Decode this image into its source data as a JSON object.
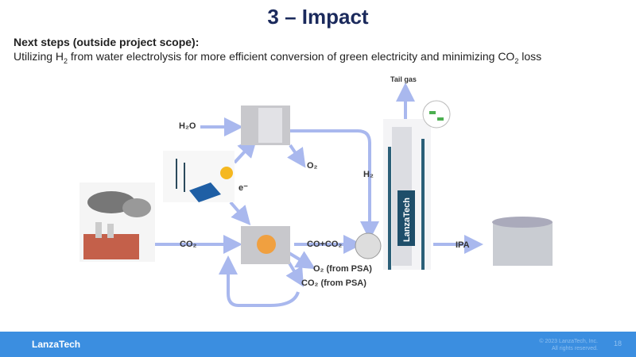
{
  "title": "3 – Impact",
  "next_steps_heading": "Next steps (outside project scope):",
  "next_steps_text": {
    "a": "Utilizing H",
    "b": "2",
    "c": " from water electrolysis for more efficient conversion of green electricity and minimizing CO",
    "d": "2",
    "e": " loss"
  },
  "diagram": {
    "tail_gas": "Tail gas",
    "h2o": "H₂O",
    "o2": "O₂",
    "h2": "H₂",
    "electrons": "e⁻",
    "co2": "CO₂",
    "co_co2": "CO+CO₂",
    "o2_psa": "O₂ (from PSA)",
    "co2_psa": "CO₂ (from PSA)",
    "ipa": "IPA",
    "reactor_brand": "LanzaTech"
  },
  "footer": {
    "logo": "LanzaTech",
    "copyright_1": "© 2023 LanzaTech, Inc.",
    "copyright_2": "All rights reserved.",
    "page_number": "18"
  },
  "colors": {
    "title": "#1b2a5c",
    "arrow": "#a9b8ee",
    "footer": "#3b8ee0"
  }
}
